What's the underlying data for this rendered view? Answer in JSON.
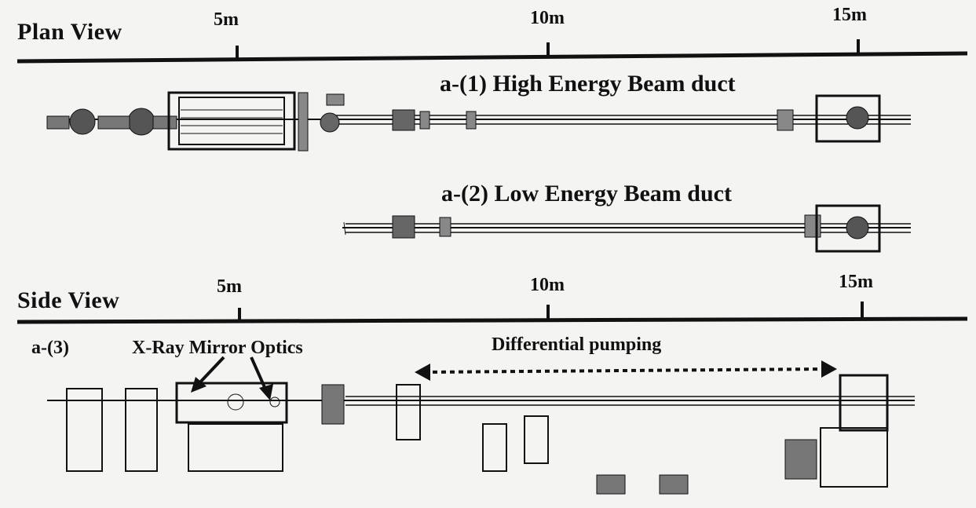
{
  "plan_view": {
    "title": "Plan View",
    "ticks": [
      "5m",
      "10m",
      "15m"
    ],
    "duct_high": "a-(1) High Energy Beam duct",
    "duct_low": "a-(2) Low Energy Beam duct"
  },
  "side_view": {
    "title": "Side View",
    "ticks": [
      "5m",
      "10m",
      "15m"
    ],
    "panel_label": "a-(3)",
    "mirror_label": "X-Ray Mirror Optics",
    "pumping_label": "Differential pumping"
  },
  "colors": {
    "ink": "#111111",
    "paper": "#f4f4f2",
    "faint_text": "#c9c9c4"
  }
}
